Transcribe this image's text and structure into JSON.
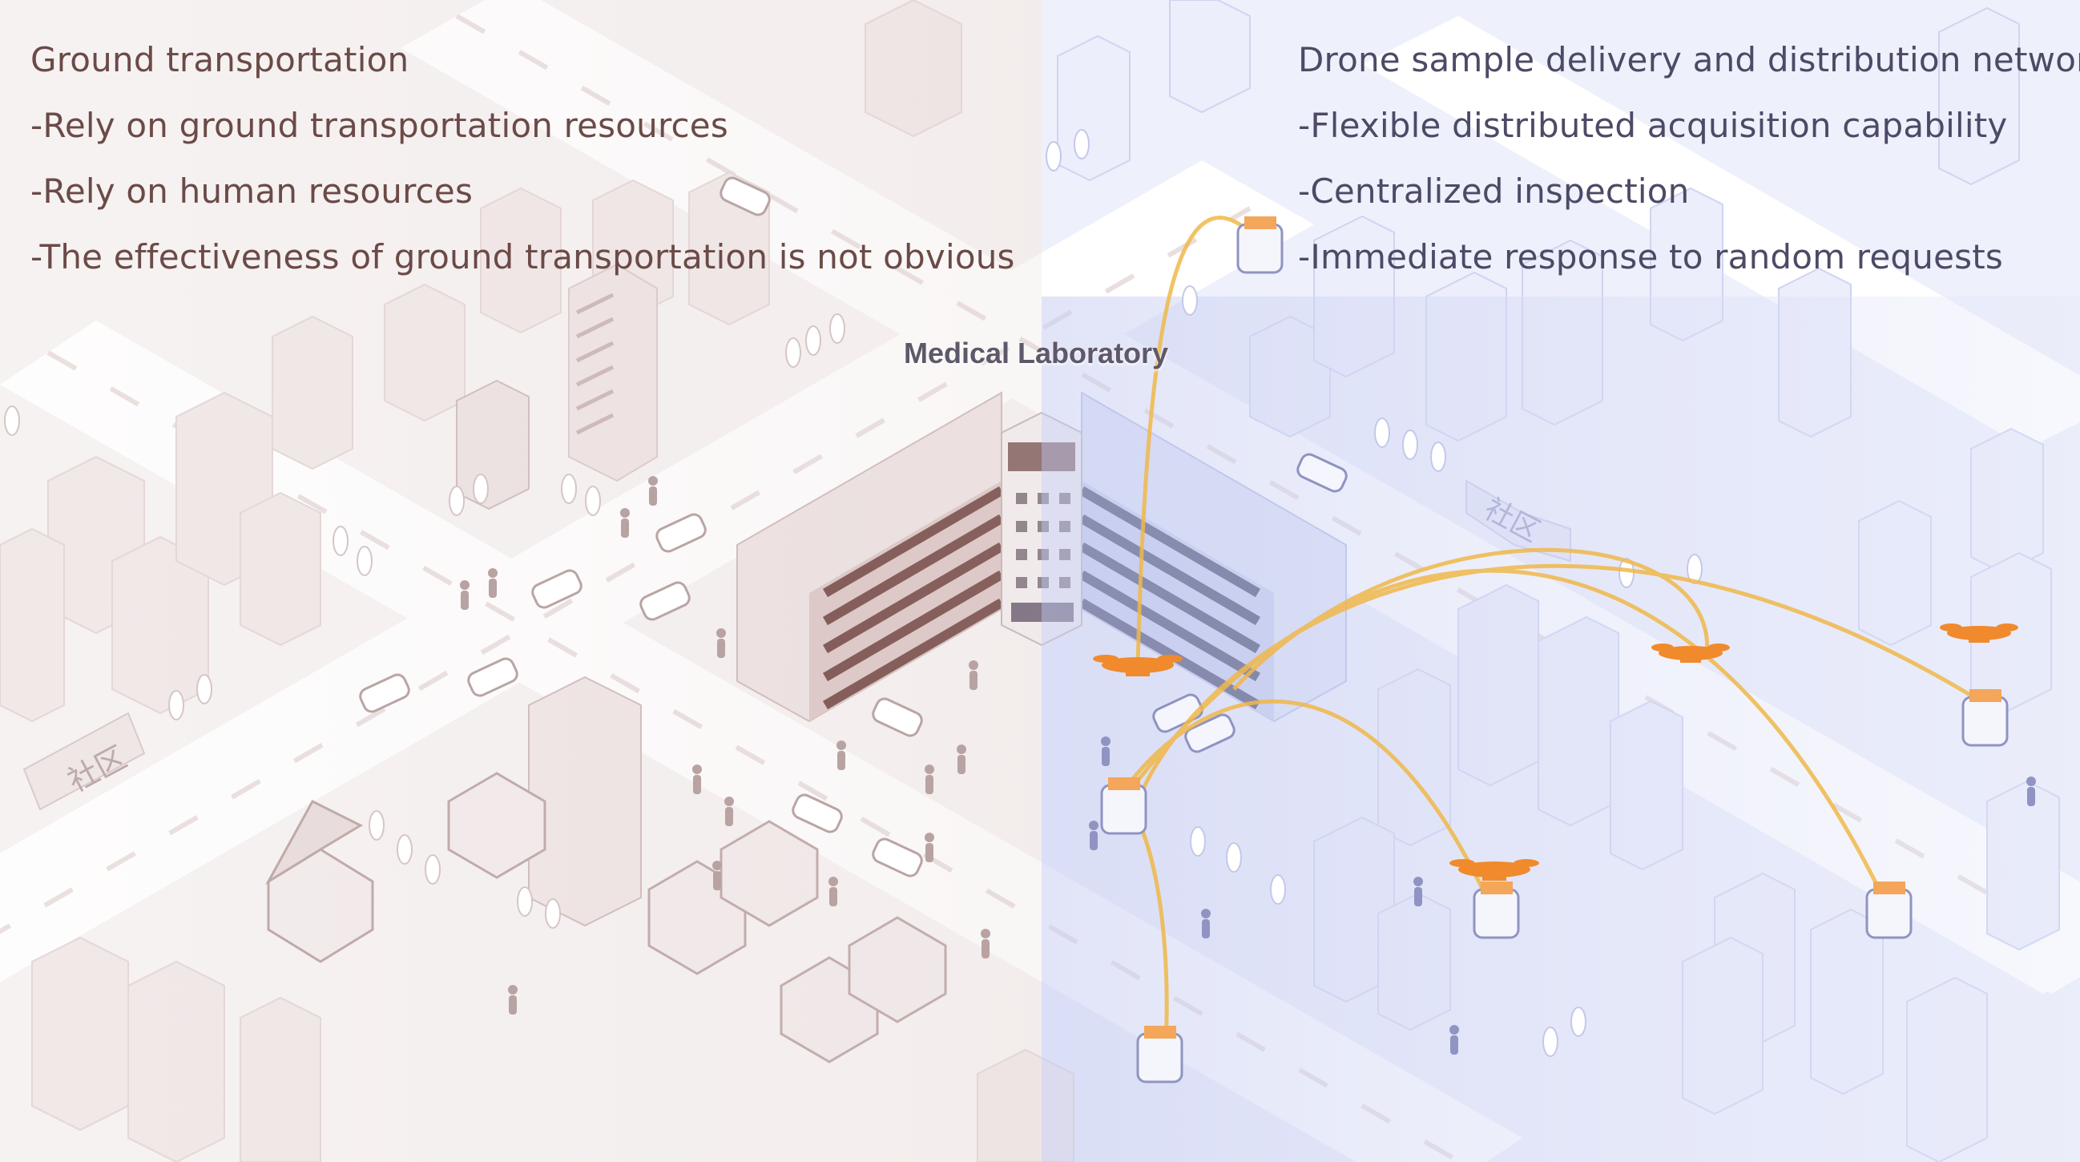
{
  "left_panel": {
    "heading": "Ground transportation",
    "points": [
      "-Rely on ground transportation resources",
      "-Rely on human resources",
      "-The effectiveness of ground transportation is not obvious"
    ]
  },
  "right_panel": {
    "heading": "Drone sample delivery and distribution network",
    "points": [
      "-Flexible distributed acquisition capability",
      "-Centralized inspection",
      "-Immediate response to random requests"
    ]
  },
  "center_label": "Medical Laboratory",
  "district_sign_text": "社区",
  "colors": {
    "left_text": "#6b4a47",
    "right_text": "#4c4a66",
    "left_tint": "#d9c6c5",
    "right_tint": "#c7cdf0",
    "flight_path": "#f0b84a",
    "drone": "#f08a2c"
  },
  "icons": [
    "drone-icon",
    "drop-station-icon",
    "car-icon",
    "pedestrian-icon",
    "tree-icon",
    "house-icon",
    "building-icon"
  ]
}
